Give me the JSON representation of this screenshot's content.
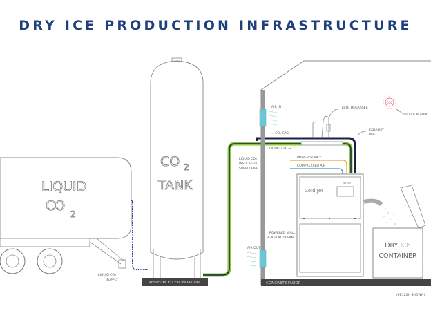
{
  "title": "DRY ICE PRODUCTION INFRASTRUCTURE",
  "colors": {
    "title": "#1f3f7d",
    "green_pipe": "#8cc63f",
    "navy_pipe": "#1a2147",
    "vent": "#6cc6d6",
    "power": "#e7a33c",
    "air": "#4a8fc4",
    "alarm": "#e05a6a",
    "floor": "#444444"
  },
  "trailer": {
    "label_line1": "LIQUID",
    "label_line2": "CO",
    "label_sub": "2"
  },
  "tank": {
    "label_line1": "CO",
    "label_sub": "2",
    "label_line2": "TANK"
  },
  "labels": {
    "liquid_co2_supply_1": "LIQUID CO₂",
    "liquid_co2_supply_2": "SUPPLY",
    "reinforced_foundation": "REINFORCED FOUNDATION",
    "concrete_floor": "CONCRETE FLOOR",
    "insulated_pipe_1": "LIQUID CO₂",
    "insulated_pipe_2": "INSULATED",
    "insulated_pipe_3": "SUPPLY PIPE",
    "air_in": "AIR IN",
    "air_out": "AIR OUT",
    "co2_gas": "← CO₂ GAS",
    "liquid_co2": "LIQUID CO₂ →",
    "degasser": "LCO₂ DEGASSER",
    "co2_alarm": "CO₂ ALARM",
    "alarm_badge": "CO2",
    "exhaust_1": "EXHAUST",
    "exhaust_2": "PIPE",
    "power_supply": "POWER SUPPLY",
    "compressed_air": "COMPRESSED AIR",
    "fan_1": "POWERED WALL",
    "fan_2": "VENTILATOR FAN",
    "container_1": "DRY ICE",
    "container_2": "CONTAINER",
    "model_note": "(PR120H SHOWN)",
    "brand": "Cold Jet",
    "panel_model": "PR120H"
  }
}
